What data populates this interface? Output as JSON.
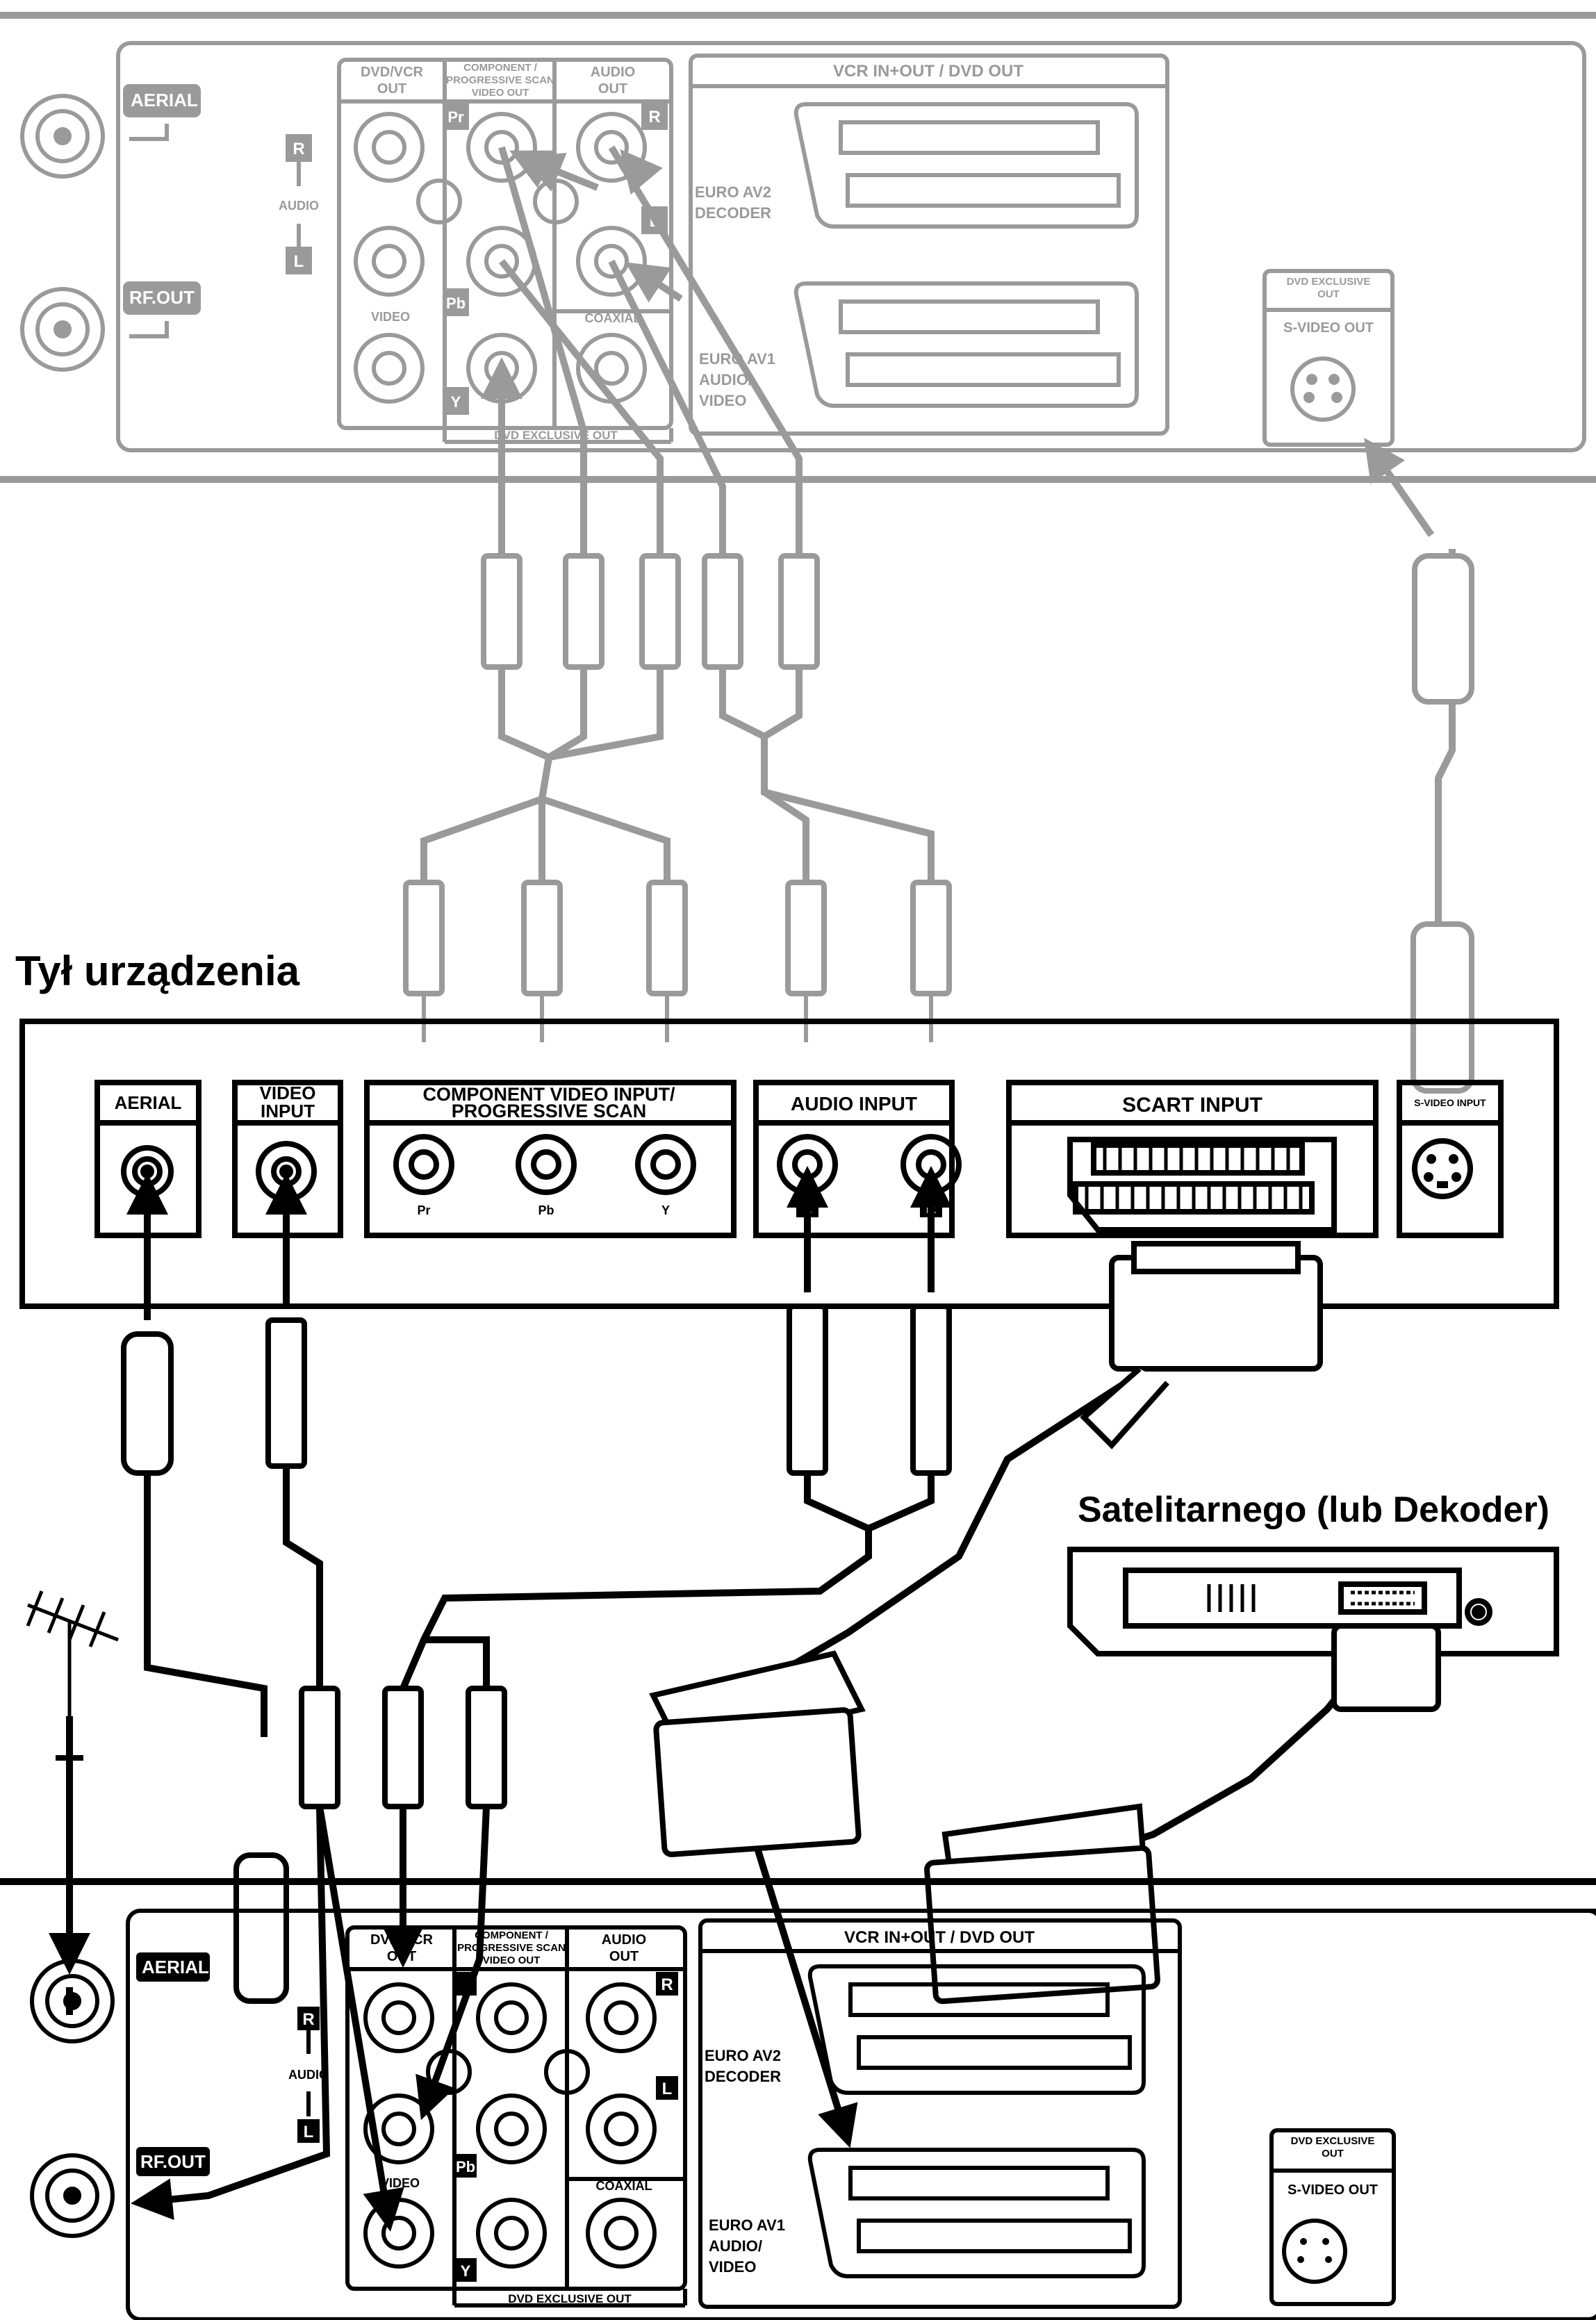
{
  "top_unit": {
    "aerial": "AERIAL",
    "rf_out": "RF.OUT",
    "dvd_vcr_out_1": "DVD/VCR",
    "dvd_vcr_out_2": "OUT",
    "component_1": "COMPONENT /",
    "component_2": "PROGRESSIVE SCAN",
    "component_3": "VIDEO OUT",
    "audio_out_1": "AUDIO",
    "audio_out_2": "OUT",
    "r": "R",
    "l": "L",
    "audio": "AUDIO",
    "video": "VIDEO",
    "pr": "Pr",
    "pb": "Pb",
    "y": "Y",
    "coaxial": "COAXIAL",
    "dvd_exclusive_out": "DVD EXCLUSIVE OUT",
    "vcr_in_out": "VCR IN+OUT / DVD OUT",
    "euro_av2_1": "EURO AV2",
    "euro_av2_2": "DECODER",
    "euro_av1_1": "EURO AV1",
    "euro_av1_2": "AUDIO/",
    "euro_av1_3": "VIDEO",
    "svideo_box_1": "DVD EXCLUSIVE",
    "svideo_box_2": "OUT",
    "svideo_out": "S-VIDEO OUT"
  },
  "tv": {
    "heading": "Tył urządzenia",
    "aerial": "AERIAL",
    "video_input_1": "VIDEO",
    "video_input_2": "INPUT",
    "component_1": "COMPONENT VIDEO INPUT/",
    "component_2": "PROGRESSIVE SCAN",
    "pr": "Pr",
    "pb": "Pb",
    "y": "Y",
    "audio_input": "AUDIO INPUT",
    "l": "L",
    "r": "R",
    "scart_input": "SCART INPUT",
    "svideo_input": "S-VIDEO INPUT"
  },
  "satellite": {
    "heading": "Satelitarnego (lub Dekoder)"
  },
  "bottom_unit": {
    "aerial": "AERIAL",
    "rf_out": "RF.OUT",
    "dvd_vcr_out_1": "DVD/VCR",
    "dvd_vcr_out_2": "OUT",
    "component_1": "COMPONENT /",
    "component_2": "PROGRESSIVE SCAN",
    "component_3": "VIDEO OUT",
    "audio_out_1": "AUDIO",
    "audio_out_2": "OUT",
    "r": "R",
    "l": "L",
    "audio": "AUDIO",
    "video": "VIDEO",
    "pb": "Pb",
    "y": "Y",
    "coaxial": "COAXIAL",
    "dvd_exclusive_out": "DVD EXCLUSIVE OUT",
    "vcr_in_out": "VCR IN+OUT / DVD OUT",
    "euro_av2_1": "EURO AV2",
    "euro_av2_2": "DECODER",
    "euro_av1_1": "EURO AV1",
    "euro_av1_2": "AUDIO/",
    "euro_av1_3": "VIDEO",
    "svideo_box_1": "DVD EXCLUSIVE",
    "svideo_box_2": "OUT",
    "svideo_out": "S-VIDEO OUT"
  },
  "colors": {
    "ink": "#000000",
    "faded": "#9a9a9a",
    "background": "#ffffff"
  }
}
